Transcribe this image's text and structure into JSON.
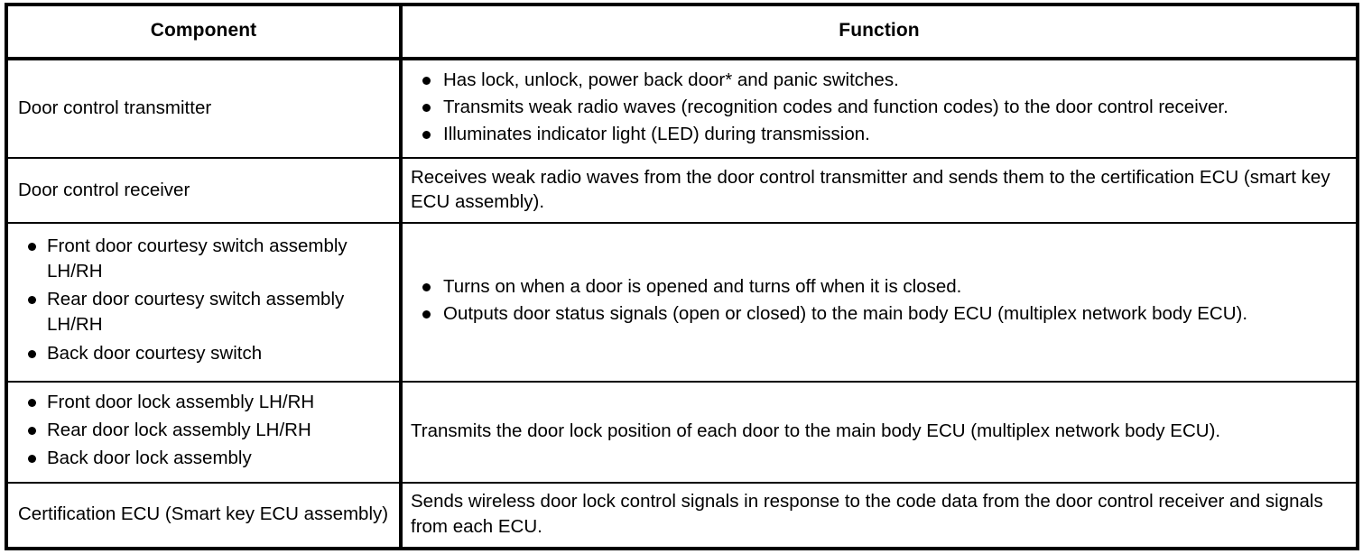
{
  "table": {
    "headers": {
      "component": "Component",
      "function": "Function"
    },
    "rows": [
      {
        "id": "door-control-transmitter",
        "component_type": "text",
        "component_text": "Door control transmitter",
        "function_type": "bullets",
        "function_bullets": [
          "Has lock, unlock, power back door* and panic switches.",
          "Transmits weak radio waves (recognition codes and function codes) to the door control receiver.",
          "Illuminates indicator light (LED) during transmission."
        ]
      },
      {
        "id": "door-control-receiver",
        "component_type": "text",
        "component_text": "Door control receiver",
        "function_type": "text",
        "function_text": "Receives weak radio waves from the door control transmitter and sends them to the certification ECU (smart key ECU assembly)."
      },
      {
        "id": "courtesy-switches",
        "component_type": "bullets",
        "component_bullets": [
          "Front door courtesy switch assembly LH/RH",
          "Rear door courtesy switch assembly LH/RH",
          "Back door courtesy switch"
        ],
        "function_type": "bullets",
        "function_bullets": [
          "Turns on when a door is opened and turns off when it is closed.",
          "Outputs door status signals (open or closed) to the main body ECU (multiplex network body ECU)."
        ]
      },
      {
        "id": "door-lock-assemblies",
        "component_type": "bullets",
        "component_bullets": [
          "Front door lock assembly LH/RH",
          "Rear door lock assembly LH/RH",
          "Back door lock assembly"
        ],
        "function_type": "text",
        "function_text": "Transmits the door lock position of each door to the main body ECU (multiplex network body ECU)."
      },
      {
        "id": "certification-ecu",
        "component_type": "text",
        "component_text": "Certification ECU (Smart key ECU assembly)",
        "function_type": "text",
        "function_text": "Sends wireless door lock control signals in response to the code data from the door control receiver and signals from each ECU."
      }
    ]
  }
}
